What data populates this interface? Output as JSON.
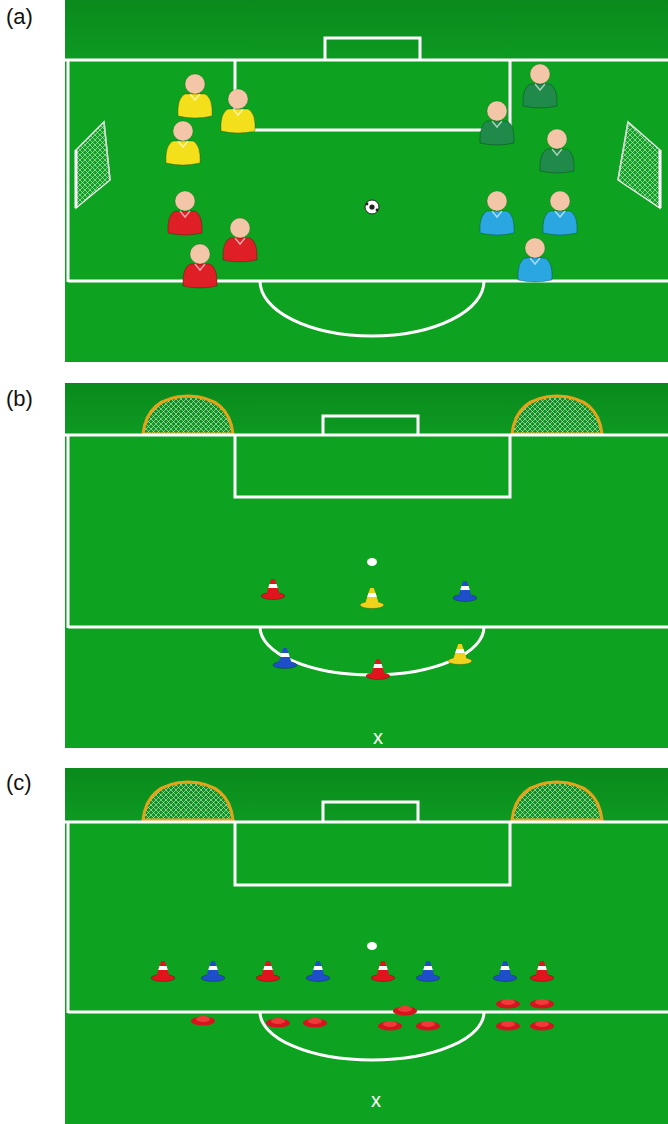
{
  "diagram": {
    "labels": [
      "(a)",
      "(b)",
      "(c)",
      "x",
      "x"
    ]
  }
}
